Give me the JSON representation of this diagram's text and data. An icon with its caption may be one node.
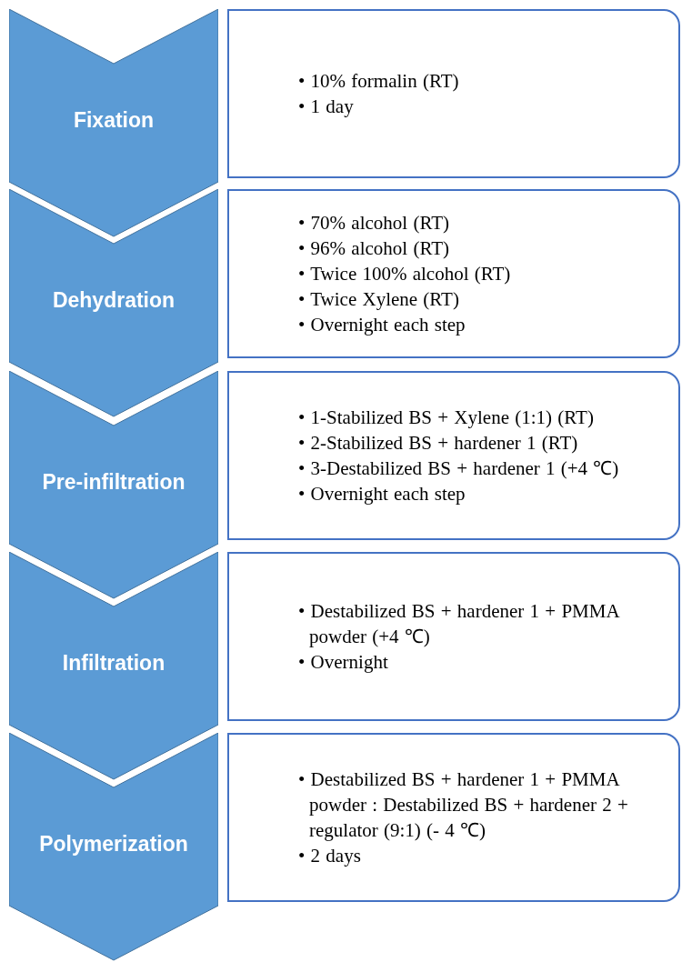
{
  "diagram": {
    "nodes": [
      {
        "text": [
          "Fixation"
        ]
      },
      {
        "text": [
          "• 10% formalin (RT)",
          "• 1 day"
        ]
      },
      {
        "text": [
          "Dehydration"
        ]
      },
      {
        "text": [
          "• 70% alcohol (RT)",
          "• 96% alcohol (RT)",
          "• Twice 100% alcohol (RT)",
          "• Twice Xylene (RT)",
          "• Overnight each step"
        ]
      },
      {
        "text": [
          "Pre-infiltration"
        ]
      },
      {
        "text": [
          "• 1-Stabilized BS + Xylene (1:1) (RT)",
          "• 2-Stabilized BS + hardener 1 (RT)",
          "• 3-Destabilized BS + hardener 1 (+4 ℃)",
          "• Overnight each step"
        ]
      },
      {
        "text": [
          "Infiltration"
        ]
      },
      {
        "text": [
          "• Destabilized BS + hardener 1 + PMMA powder (+4 ℃)",
          "• Overnight"
        ]
      },
      {
        "text": [
          "Polymerization"
        ]
      },
      {
        "text": [
          "• Destabilized BS + hardener 1 + PMMA powder : Destabilized BS + hardener 2 + regulator (9:1) (- 4 ℃)",
          "• 2 days"
        ]
      }
    ]
  }
}
